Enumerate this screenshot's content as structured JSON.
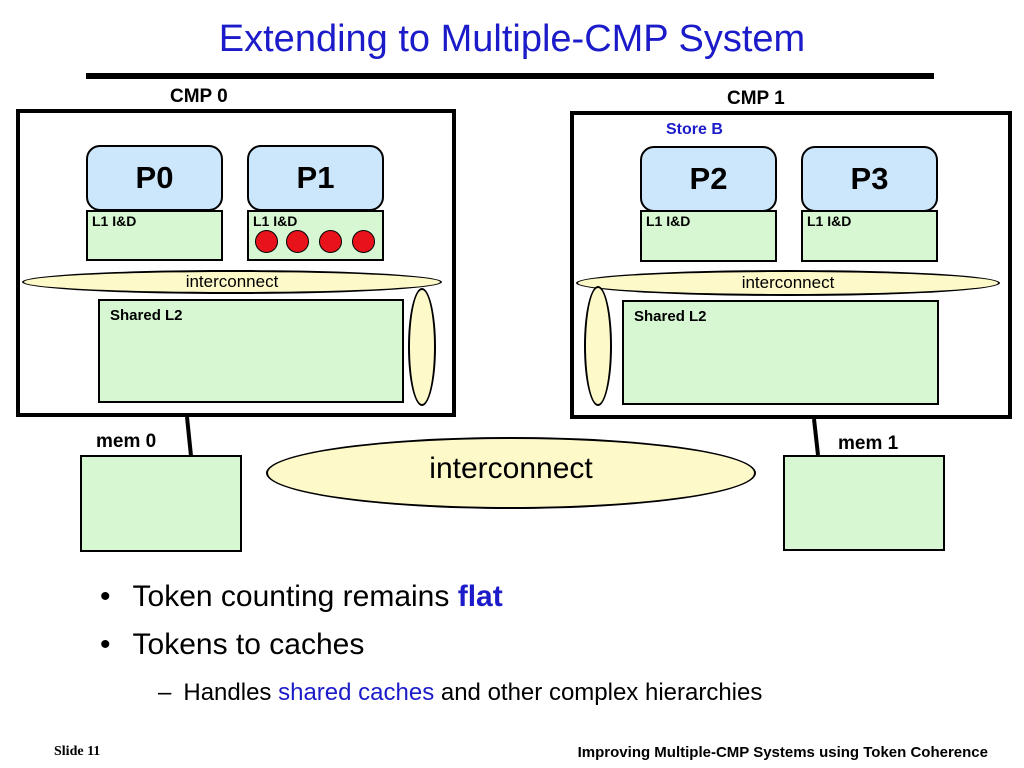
{
  "title": "Extending to Multiple-CMP System",
  "cmp0": {
    "label": "CMP 0",
    "processors": [
      "P0",
      "P1"
    ],
    "l1_label": "L1 I&D",
    "interconnect": "interconnect",
    "l2_label": "Shared L2",
    "tokens": 4
  },
  "cmp1": {
    "label": "CMP 1",
    "store_label": "Store B",
    "processors": [
      "P2",
      "P3"
    ],
    "l1_label": "L1 I&D",
    "interconnect": "interconnect",
    "l2_label": "Shared L2"
  },
  "memory": {
    "mem0": "mem 0",
    "mem1": "mem 1",
    "interconnect": "interconnect"
  },
  "bullets": {
    "b1_prefix": "Token counting remains ",
    "b1_highlight": "flat",
    "b2": "Tokens to caches",
    "sub_prefix": "Handles ",
    "sub_highlight": "shared caches",
    "sub_suffix": " and other complex hierarchies"
  },
  "footer": {
    "slide": "Slide 11",
    "caption": "Improving Multiple-CMP Systems using Token Coherence"
  },
  "colors": {
    "title": "#1b1bc9",
    "processor": "#cce6fb",
    "cache": "#d6f7d2",
    "interconnect": "#fdf9c9",
    "token": "#e8131a"
  }
}
